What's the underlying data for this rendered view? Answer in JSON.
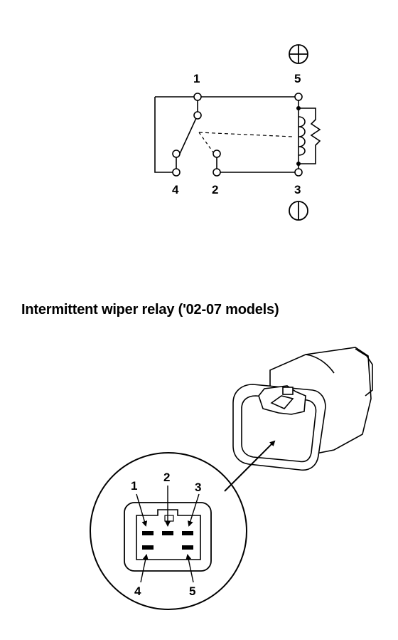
{
  "schematic": {
    "pins": {
      "p1": "1",
      "p5": "5",
      "p4": "4",
      "p2": "2",
      "p3": "3"
    },
    "positive_symbol": "plus-circle-icon",
    "negative_symbol": "minus-circle-icon"
  },
  "section_title": "Intermittent wiper relay ('02-07 models)",
  "connector_detail": {
    "callouts": {
      "c1": "1",
      "c2": "2",
      "c3": "3",
      "c4": "4",
      "c5": "5"
    },
    "terminal_count": 5
  }
}
